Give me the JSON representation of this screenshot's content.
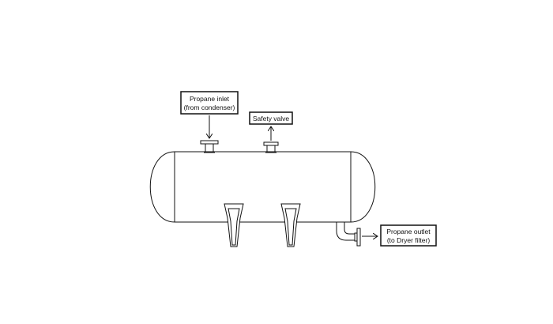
{
  "labels": {
    "inlet_line1": "Propane inlet",
    "inlet_line2": "(from condenser)",
    "safety": "Safety valve",
    "outlet_line1": "Propane outlet",
    "outlet_line2": "(to Dryer filter)"
  },
  "colors": {
    "stroke": "#111111",
    "fill": "#ffffff"
  }
}
